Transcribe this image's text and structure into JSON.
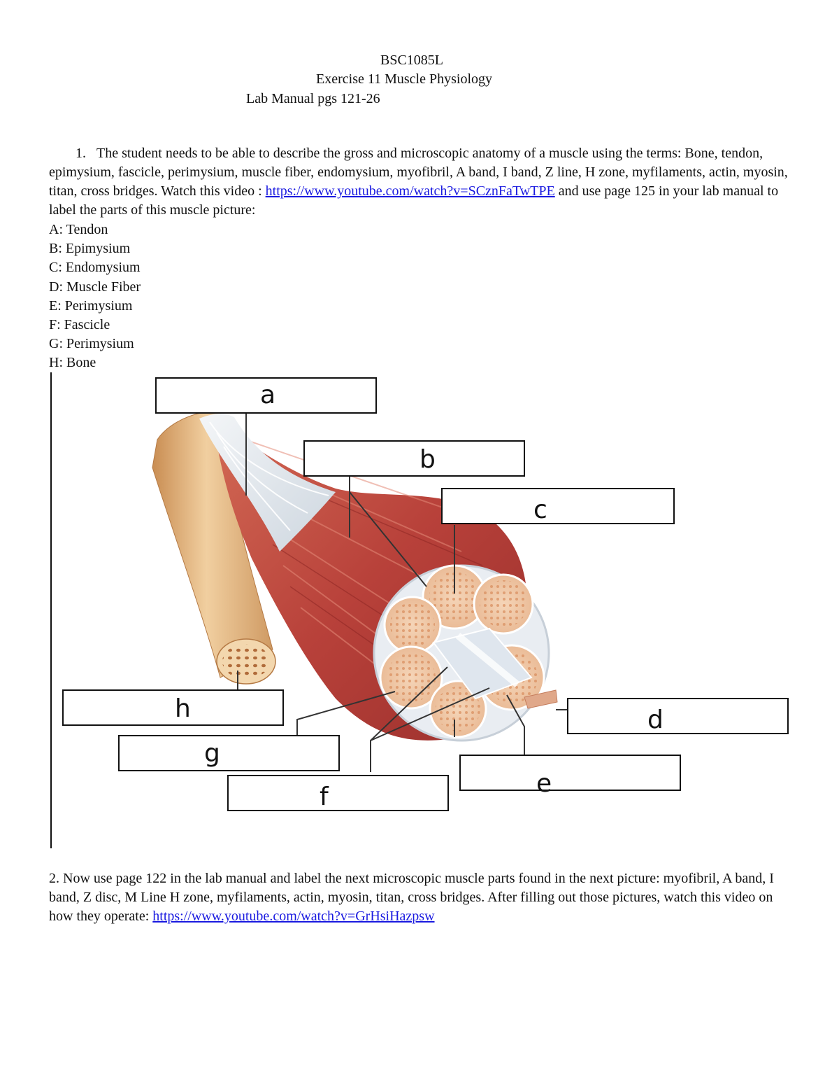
{
  "header": {
    "course": "BSC1085L",
    "exercise": "Exercise 11 Muscle Physiology",
    "manual": "Lab Manual pgs 121-26"
  },
  "question1": {
    "number": "1.",
    "text_before_link": "The student needs to be able to describe the gross and microscopic anatomy of a muscle using the terms: Bone, tendon,  epimysium, fascicle, perimysium, muscle fiber, endomysium, myofibril, A band, I band, Z line, H zone, myfilaments, actin, myosin, titan, cross bridges. Watch this video : ",
    "link": "https://www.youtube.com/watch?v=SCznFaTwTPE",
    "text_after_link": " and use page 125 in your lab manual to label the parts of this muscle picture:"
  },
  "answers": [
    "A: Tendon",
    "B: Epimysium",
    "C: Endomysium",
    "D: Muscle Fiber",
    "E: Perimysium",
    "F: Fascicle",
    "G: Perimysium",
    "H: Bone"
  ],
  "figure": {
    "labels": {
      "a": "a",
      "b": "b",
      "c": "c",
      "d": "d",
      "e": "e",
      "f": "f",
      "g": "g",
      "h": "h"
    },
    "colors": {
      "muscle": "#b8413a",
      "bone": "#e3b582",
      "tendon": "#e7ecf1",
      "fascicle": "#f1c9a8",
      "sheath": "#e9edf2"
    }
  },
  "question2": {
    "text_before_link": "2. Now use page 122 in the lab manual and label the next microscopic muscle parts found in the next picture: myofibril, A band, I band, Z disc, M Line H zone, myfilaments, actin, myosin, titan, cross bridges.  After filling out those pictures, watch this video on how they operate: ",
    "link": "https://www.youtube.com/watch?v=GrHsiHazpsw"
  }
}
